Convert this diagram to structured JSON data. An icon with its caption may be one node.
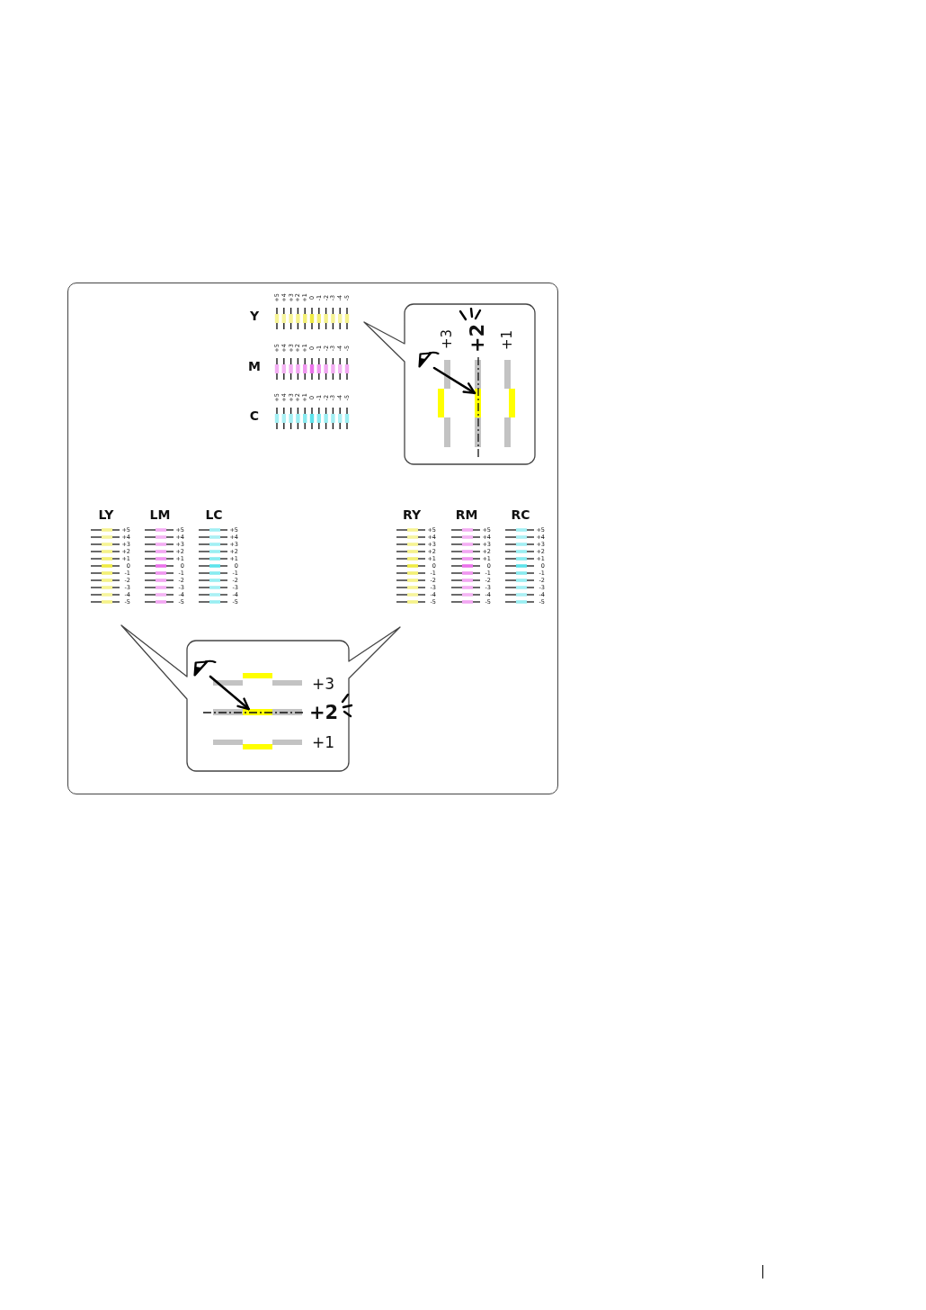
{
  "diagram": {
    "nodes": [
      {
        "text": [],
        "shape": "box"
      },
      {
        "text": [
          "+3",
          "+2",
          "+1"
        ],
        "in": 0
      },
      {
        "text": [],
        "shape": "picture",
        "in": 1
      },
      {
        "text": [],
        "shape": "bar",
        "in": 1
      },
      {
        "text": [],
        "shape": "bar",
        "in": 1
      },
      {
        "text": [],
        "shape": "bar",
        "in": 1
      },
      {
        "text": [
          "+3",
          "+2",
          "+1"
        ],
        "in": 0
      },
      {
        "text": [],
        "shape": "picture",
        "in": 6
      },
      {
        "text": [],
        "shape": "bar",
        "in": 6
      },
      {
        "text": [],
        "shape": "bar",
        "in": 6
      },
      {
        "text": [],
        "shape": "bar",
        "in": 6
      }
    ],
    "edges": [
      {
        "from": 2,
        "to": 4,
        "arrow": "to"
      },
      {
        "from": 7,
        "to": 9,
        "arrow": "to"
      }
    ],
    "labels": [
      "Y",
      "+5",
      "+4",
      "+3",
      "+2",
      "+1",
      "0",
      "-1",
      "-2",
      "-3",
      "-4",
      "-5",
      "M",
      "+5",
      "+4",
      "+3",
      "+2",
      "+1",
      "0",
      "-1",
      "-2",
      "-3",
      "-4",
      "-5",
      "C",
      "+5",
      "+4",
      "+3",
      "+2",
      "+1",
      "0",
      "-1",
      "-2",
      "-3",
      "-4",
      "-5",
      "LY",
      "+5",
      "+4",
      "+3",
      "+2",
      "+1",
      "0",
      "-1",
      "-2",
      "-3",
      "-4",
      "-5",
      "LM",
      "+5",
      "+4",
      "+3",
      "+2",
      "+1",
      "0",
      "-1",
      "-2",
      "-3",
      "-4",
      "-5",
      "LC",
      "+5",
      "+4",
      "+3",
      "+2",
      "+1",
      "0",
      "-1",
      "-2",
      "-3",
      "-4",
      "-5",
      "RY",
      "+5",
      "+4",
      "+3",
      "+2",
      "+1",
      "0",
      "-1",
      "-2",
      "-3",
      "-4",
      "-5",
      "RM",
      "+5",
      "+4",
      "+3",
      "+2",
      "+1",
      "0",
      "-1",
      "-2",
      "-3",
      "-4",
      "-5",
      "RC",
      "+5",
      "+4",
      "+3",
      "+2",
      "+1",
      "0",
      "-1",
      "-2",
      "-3",
      "-4",
      "-5"
    ]
  }
}
